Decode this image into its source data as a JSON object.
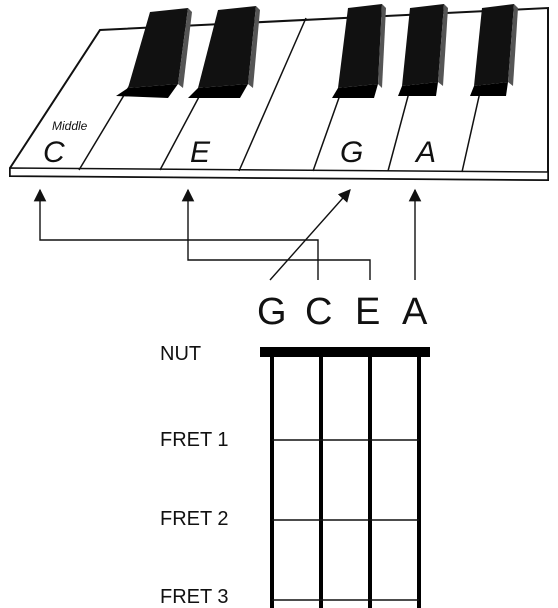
{
  "keyboard": {
    "middle_label": "Middle",
    "key_labels": [
      "C",
      "E",
      "G",
      "A"
    ]
  },
  "ukulele": {
    "strings": [
      "G",
      "C",
      "E",
      "A"
    ],
    "nut_label": "NUT",
    "fret_labels": [
      "FRET 1",
      "FRET 2",
      "FRET 3"
    ]
  }
}
